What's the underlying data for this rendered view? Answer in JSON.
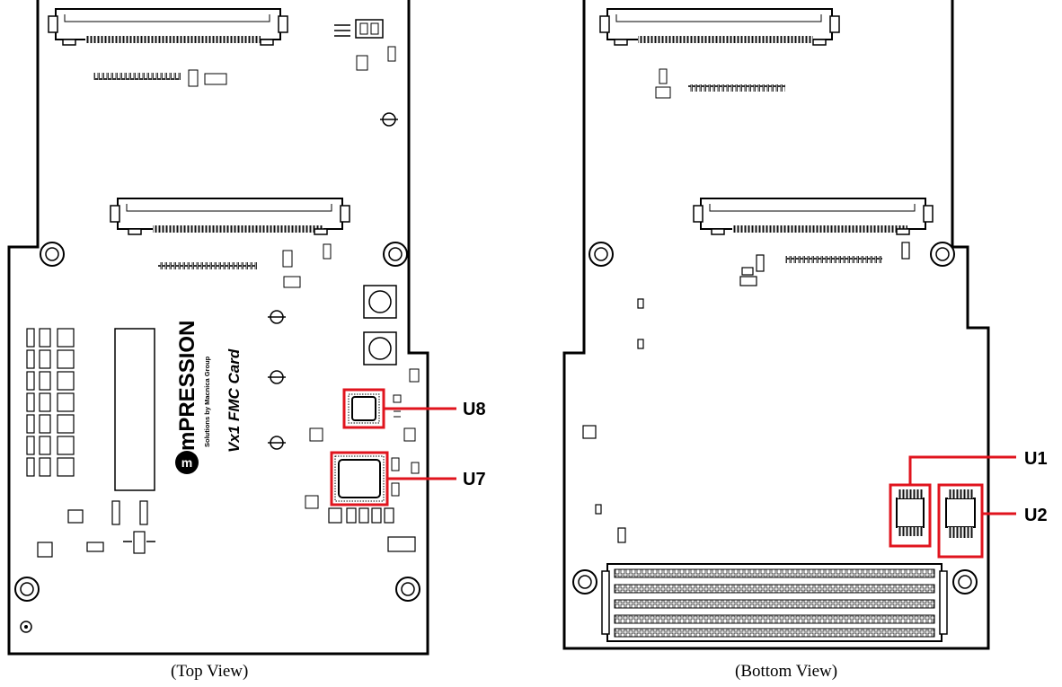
{
  "title": "",
  "views": [
    {
      "caption": "(Top View)",
      "board_text": {
        "brand": "mPRESSION",
        "tagline": "Solutions by Macnica Group",
        "card_name": "Vx1  FMC Card"
      },
      "highlighted_components": [
        "U8",
        "U7"
      ]
    },
    {
      "caption": "(Bottom View)",
      "highlighted_components": [
        "U1",
        "U2"
      ]
    }
  ],
  "colors": {
    "highlight": "#e0141e",
    "outline": "#000000",
    "background": "#ffffff"
  }
}
